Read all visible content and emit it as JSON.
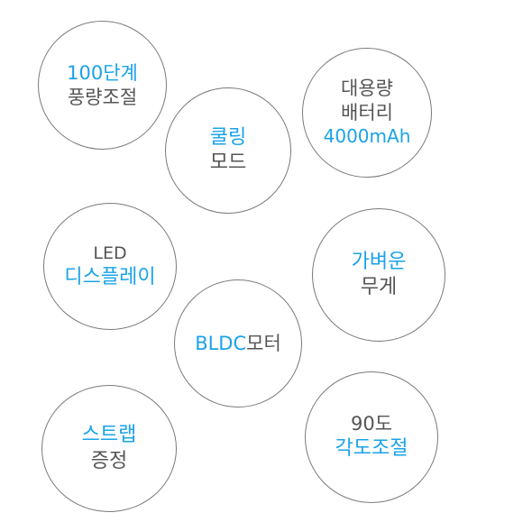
{
  "features": {
    "dimming": {
      "line1": "100단계",
      "line2": "풍량조절"
    },
    "cooling": {
      "line1": "쿨링",
      "line2": "모드"
    },
    "battery": {
      "line1": "대용량",
      "line2": "배터리",
      "line3": "4000mAh"
    },
    "display": {
      "line1": "LED",
      "line2": "디스플레이"
    },
    "weight": {
      "line1": "가벼운",
      "line2": "무게"
    },
    "motor": {
      "part1": "BLDC",
      "part2": "모터"
    },
    "strap": {
      "line1": "스트랩",
      "line2": "증정"
    },
    "angle": {
      "line1": "90도",
      "line2": "각도조절"
    }
  },
  "colors": {
    "accent": "#1aa3e8",
    "text": "#555555",
    "border": "#7a7a7a"
  }
}
